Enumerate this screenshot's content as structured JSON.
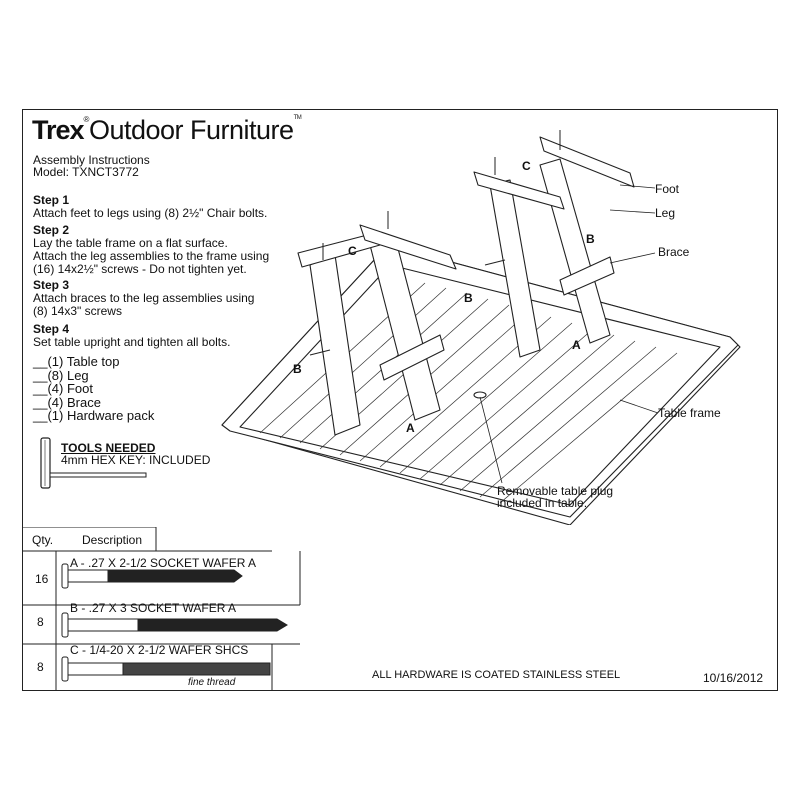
{
  "header": {
    "brand_bold": "Trex",
    "brand_rest": "Outdoor Furniture",
    "doc_title": "Assembly Instructions",
    "model": "Model: TXNCT3772"
  },
  "steps": [
    {
      "title": "Step 1",
      "lines": [
        "Attach feet to legs using (8) 2½\" Chair bolts."
      ]
    },
    {
      "title": "Step 2",
      "lines": [
        "Lay the table frame on a flat surface.",
        "Attach the leg assemblies to the frame using",
        "(16) 14x2½\" screws - Do not tighten yet."
      ]
    },
    {
      "title": "Step 3",
      "lines": [
        "Attach braces to the leg assemblies using",
        "(8) 14x3\" screws"
      ]
    },
    {
      "title": "Step 4",
      "lines": [
        "Set table upright and tighten all bolts."
      ]
    }
  ],
  "parts_list": [
    "__(1) Table top",
    "__(8) Leg",
    "__(4) Foot",
    "__(4) Brace",
    "__(1) Hardware pack"
  ],
  "tools": {
    "heading": "TOOLS NEEDED",
    "item": "4mm HEX KEY: INCLUDED"
  },
  "diagram_labels": {
    "foot": "Foot",
    "leg": "Leg",
    "brace": "Brace",
    "table_frame": "Table frame",
    "plug_line1": "Removable table plug",
    "plug_line2": "included in table.",
    "letters": [
      "C",
      "C",
      "B",
      "B",
      "B",
      "A",
      "A"
    ]
  },
  "hardware": {
    "col_qty": "Qty.",
    "col_desc": "Description",
    "items": [
      {
        "qty": "16",
        "desc": "A - .27 X 2-1/2 SOCKET WAFER A"
      },
      {
        "qty": "8",
        "desc": "B - .27 X 3 SOCKET WAFER A"
      },
      {
        "qty": "8",
        "desc": "C - 1/4-20 X 2-1/2 WAFER SHCS",
        "note": "fine thread"
      }
    ],
    "footer_note": "ALL HARDWARE IS COATED STAINLESS STEEL",
    "date": "10/16/2012"
  }
}
